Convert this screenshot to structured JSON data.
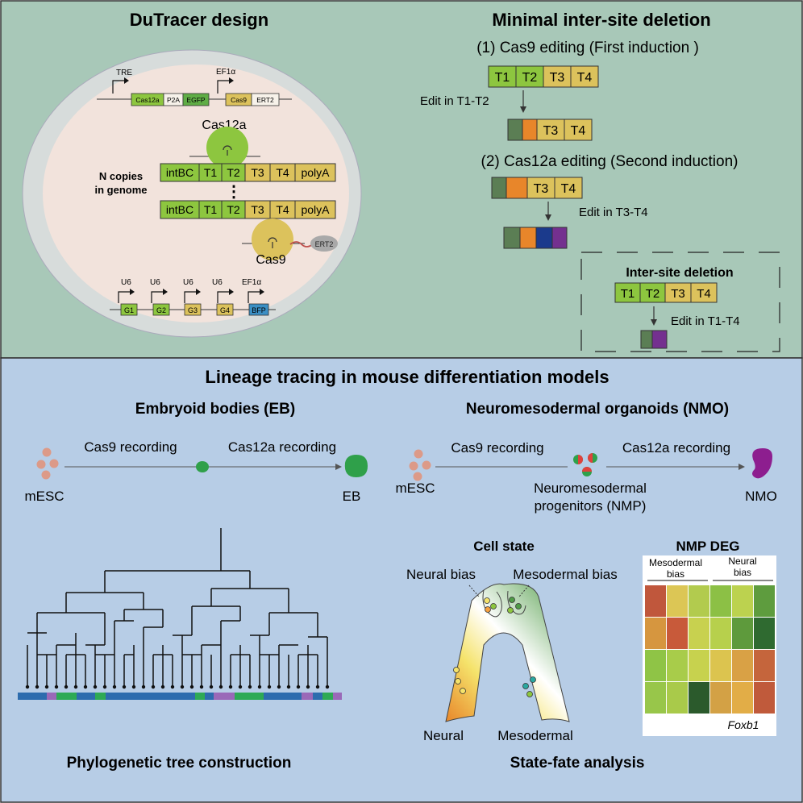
{
  "colors": {
    "top_bg": "#a8c8b8",
    "bottom_bg": "#b7cde6",
    "cell_fill": "#f2e3dc",
    "green": "#8dc63f",
    "yellow": "#dcc25c",
    "dark_green": "#5b7e54",
    "orange": "#e8862a",
    "navy": "#1b3a8c",
    "purple": "#74308f",
    "tree_blue": "#2d6cae",
    "tree_green": "#2eaa55",
    "tree_purple": "#9a69b8",
    "bfp_blue": "#3b8fc4",
    "dot_pink": "#dc9a88",
    "eb_green": "#2fa04a",
    "nmo_purple": "#8d1e8f"
  },
  "left": {
    "title": "DuTracer  design",
    "tre": "TRE",
    "ef1a": "EF1α",
    "construct_parts": [
      "Cas12a",
      "P2A",
      "EGFP",
      "Cas9",
      "ERT2"
    ],
    "cas12a": "Cas12a",
    "cas9": "Cas9",
    "ert2": "ERT2",
    "copies_line1": "N copies",
    "copies_line2": "in genome",
    "array_labels": [
      "intBC",
      "T1",
      "T2",
      "T3",
      "T4",
      "polyA"
    ],
    "dots": "⋮",
    "u6": "U6",
    "guides": [
      "G1",
      "G2",
      "G3",
      "G4"
    ],
    "bfp": "BFP"
  },
  "right": {
    "title": "Minimal inter-site deletion",
    "step1": "(1) Cas9 editing (First induction )",
    "targets": [
      "T1",
      "T2",
      "T3",
      "T4"
    ],
    "edit_t1t2": "Edit in T1-T2",
    "step2": "(2) Cas12a editing (Second induction)",
    "edit_t3t4": "Edit in T3-T4",
    "inter_title": "Inter-site deletion",
    "edit_t1t4": "Edit in T1-T4"
  },
  "bottom": {
    "title": "Lineage tracing in mouse differentiation models",
    "eb_title": "Embryoid bodies (EB)",
    "nmo_title": "Neuromesodermal organoids (NMO)",
    "cas9_rec": "Cas9 recording",
    "cas12a_rec": "Cas12a recording",
    "mesc": "mESC",
    "eb": "EB",
    "nmp_line1": "Neuromesodermal",
    "nmp_line2": "progenitors (NMP)",
    "nmo": "NMO",
    "cell_state": "Cell state",
    "neural_bias": "Neural bias",
    "mesodermal_bias": "Mesodermal bias",
    "neural": "Neural",
    "mesodermal": "Mesodermal",
    "nmp_deg": "NMP DEG",
    "meso_bias_l1": "Mesodermal",
    "meso_bias_l2": "bias",
    "neural_bias_l1": "Neural",
    "neural_bias_l2": "bias",
    "foxb1": "Foxb1",
    "phylo": "Phylogenetic tree construction",
    "state_fate": "State-fate analysis"
  },
  "heatmap": [
    [
      "#c0573c",
      "#dcc655",
      "#b2cb4e",
      "#8cc045",
      "#bcd24f",
      "#5e9c3e"
    ],
    [
      "#d6963f",
      "#c85a3a",
      "#c8d14f",
      "#b7d04c",
      "#5e9a3c",
      "#2f6a30"
    ],
    [
      "#8fc446",
      "#a8cc4a",
      "#c7d24e",
      "#dcc44f",
      "#d9a145",
      "#c5653c"
    ],
    [
      "#98c64a",
      "#a9ca4a",
      "#2b5a2c",
      "#d3a145",
      "#e2ad47",
      "#c05a3b"
    ]
  ]
}
